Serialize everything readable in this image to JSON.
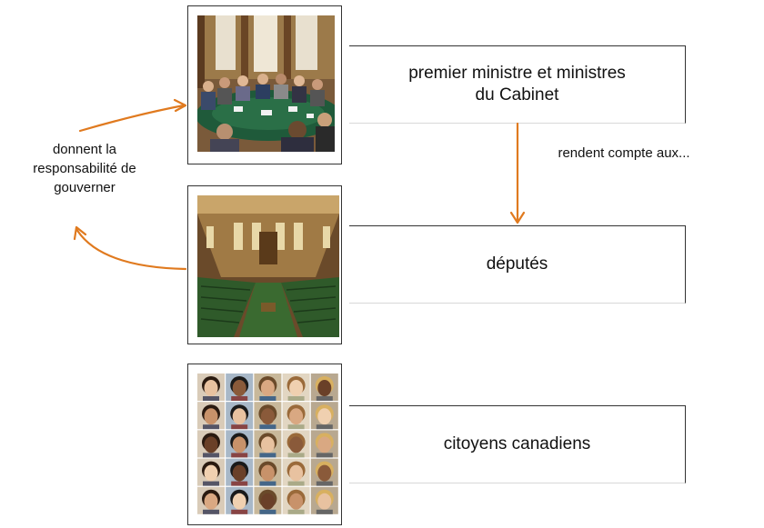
{
  "diagram": {
    "nodes": [
      {
        "id": "ministres",
        "label": "premier ministre et ministres\ndu Cabinet",
        "image": "cabinet-meeting-photo"
      },
      {
        "id": "deputes",
        "label": "députés",
        "image": "house-of-commons-chamber-photo"
      },
      {
        "id": "citoyens",
        "label": "citoyens canadiens",
        "image": "citizens-faces-photo"
      }
    ],
    "arrows": {
      "left_label": "donnent la\nresponsabilité de\ngouverner",
      "right_label": "rendent compte aux..."
    },
    "colors": {
      "arrow": "#e07a1f",
      "frame_border": "#333333",
      "chamber_green": "#2f5a2a",
      "chamber_wood": "#8a5a2b",
      "cabinet_table": "#1f5a3a"
    }
  }
}
